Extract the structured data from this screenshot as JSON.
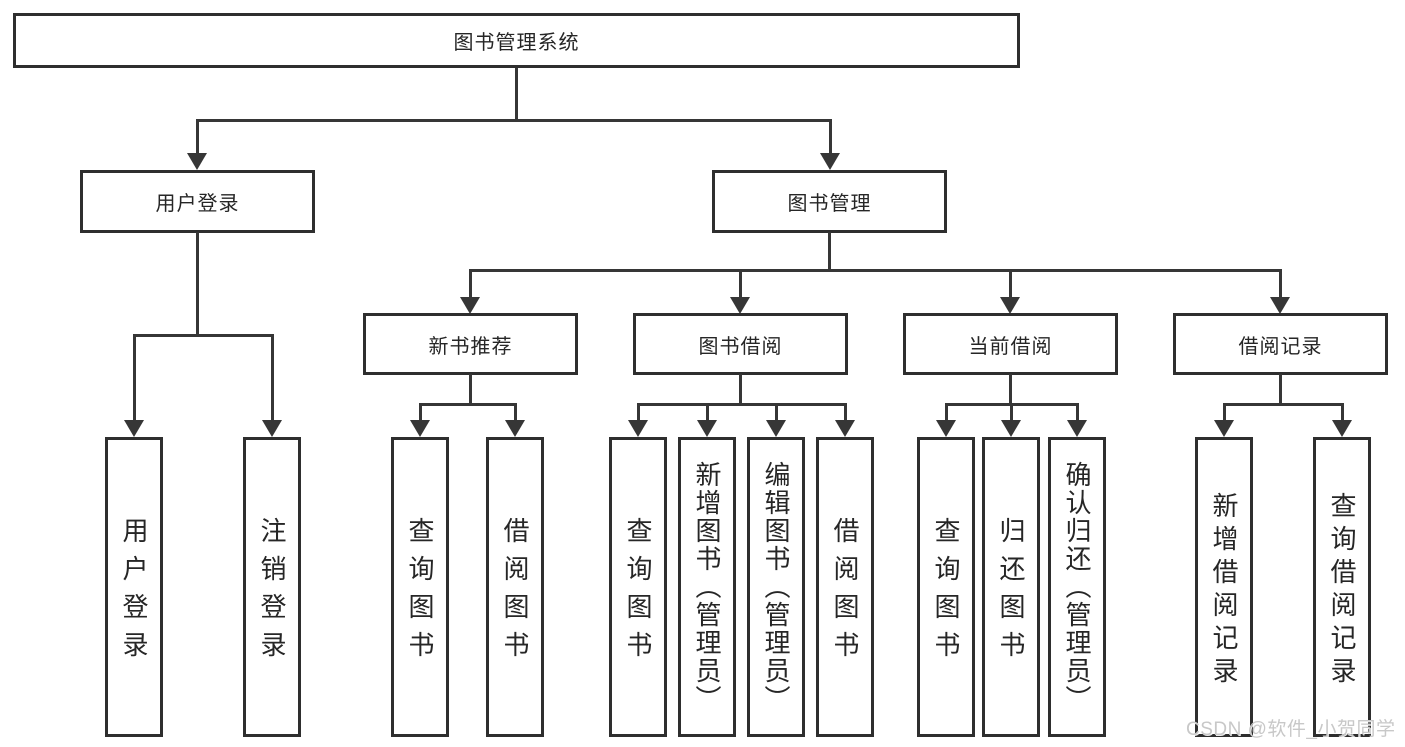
{
  "colors": {
    "line": "#363636",
    "border": "#2e2e2e",
    "text": "#262626",
    "watermark": "#c8c8c8",
    "background": "#ffffff"
  },
  "watermark": "CSDN @软件_小贺同学",
  "tree": {
    "root": "图书管理系统",
    "level2": [
      "用户登录",
      "图书管理"
    ],
    "level3": [
      "新书推荐",
      "图书借阅",
      "当前借阅",
      "借阅记录"
    ],
    "leaves": {
      "login": [
        "用户登录",
        "注销登录"
      ],
      "recommend": [
        "查询图书",
        "借阅图书"
      ],
      "borrow": [
        "查询图书",
        "新增图书（管理员）",
        "编辑图书（管理员）",
        "借阅图书"
      ],
      "current": [
        "查询图书",
        "归还图书",
        "确认归还（管理员）"
      ],
      "records": [
        "新增借阅记录",
        "查询借阅记录"
      ]
    }
  }
}
